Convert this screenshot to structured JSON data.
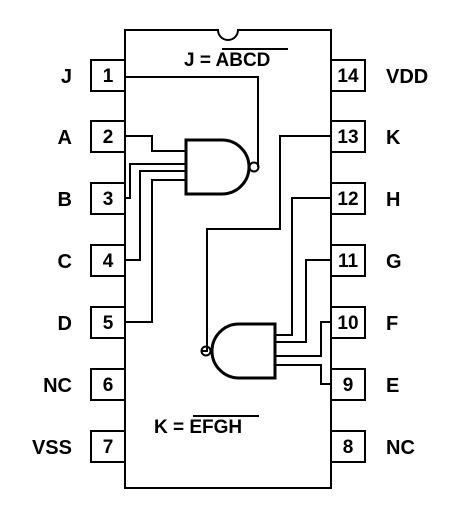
{
  "chip": {
    "colors": {
      "stroke": "#000000",
      "fill": "#ffffff"
    },
    "left_pins": [
      {
        "number": "1",
        "label": "J"
      },
      {
        "number": "2",
        "label": "A"
      },
      {
        "number": "3",
        "label": "B"
      },
      {
        "number": "4",
        "label": "C"
      },
      {
        "number": "5",
        "label": "D"
      },
      {
        "number": "6",
        "label": "NC"
      },
      {
        "number": "7",
        "label": "VSS"
      }
    ],
    "right_pins": [
      {
        "number": "14",
        "label": "VDD"
      },
      {
        "number": "13",
        "label": "K"
      },
      {
        "number": "12",
        "label": "H"
      },
      {
        "number": "11",
        "label": "G"
      },
      {
        "number": "10",
        "label": "F"
      },
      {
        "number": "9",
        "label": "E"
      },
      {
        "number": "8",
        "label": "NC"
      }
    ],
    "equations": {
      "j": {
        "lhs": "J = ",
        "overbar": "ABCD"
      },
      "k": {
        "lhs": "K = ",
        "overbar": "EFGH"
      }
    },
    "gates": [
      {
        "type": "NAND",
        "inputs": 4,
        "output_pin": "1"
      },
      {
        "type": "NAND",
        "inputs": 4,
        "output_pin": "13"
      }
    ]
  }
}
